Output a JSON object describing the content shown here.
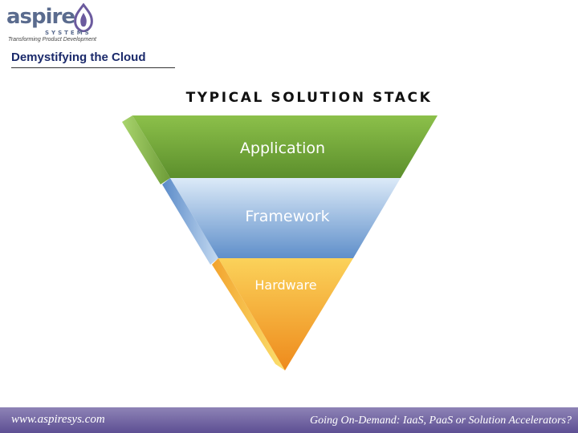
{
  "header": {
    "logo_word": "aspire",
    "logo_sub": "SYSTEMS",
    "logo_tagline": "Transforming Product Development",
    "slide_title": "Demystifying the Cloud"
  },
  "diagram": {
    "heading": "TYPICAL SOLUTION STACK",
    "layers": [
      {
        "label": "Application",
        "color": "#6ea03a"
      },
      {
        "label": "Framework",
        "color": "#7fa6d6"
      },
      {
        "label": "Hardware",
        "color": "#f3a72c"
      }
    ]
  },
  "footer": {
    "website": "www.aspiresys.com",
    "tagline": "Going On-Demand: IaaS, PaaS or Solution Accelerators?"
  }
}
